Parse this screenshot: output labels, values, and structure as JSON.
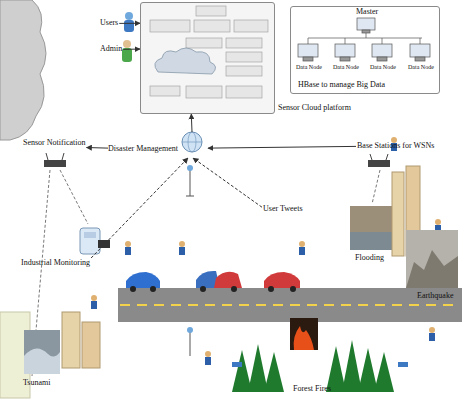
{
  "diagram": {
    "nodes": [
      {
        "text": [
          "Sensor Cloud platform"
        ]
      },
      {
        "text": [
          "Users"
        ]
      },
      {
        "text": [
          "Admin"
        ]
      },
      {
        "text": [
          "HBase to manage Big Data"
        ]
      },
      {
        "text": [
          "Disaster Management"
        ]
      },
      {
        "text": [
          "Sensor Notification"
        ]
      },
      {
        "text": [
          "Base Stations for WSNs"
        ]
      },
      {
        "text": [
          "User Tweets"
        ]
      },
      {
        "text": [
          "Industrial Monitoring"
        ]
      },
      {
        "text": [
          "Flooding"
        ]
      },
      {
        "text": [
          "Earthquake"
        ]
      },
      {
        "text": [
          "Tsunami"
        ]
      },
      {
        "text": [
          "Forest Fires"
        ]
      }
    ],
    "edges": [
      {
        "from": 1,
        "to": 0,
        "arrow": "to"
      },
      {
        "from": 2,
        "to": 0,
        "arrow": "to"
      },
      {
        "from": 4,
        "to": 0,
        "arrow": "to"
      },
      {
        "from": 6,
        "to": 4,
        "arrow": "to"
      },
      {
        "from": 4,
        "to": 5,
        "arrow": "to"
      },
      {
        "from": 7,
        "to": 4,
        "arrow": "to"
      },
      {
        "from": 8,
        "to": 4,
        "arrow": "to"
      }
    ],
    "labels": [
      "Master",
      "Data Node",
      "Data Node",
      "Data Node",
      "Data Node"
    ]
  }
}
